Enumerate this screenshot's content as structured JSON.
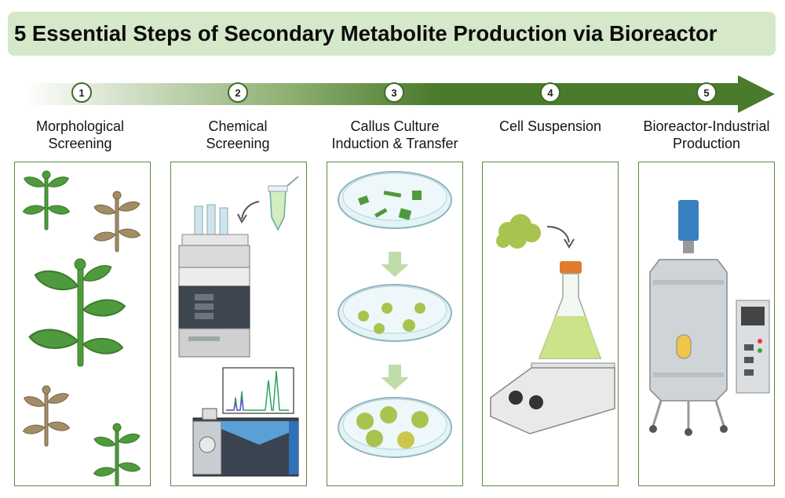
{
  "title": "5 Essential Steps of Secondary Metabolite Production via Bioreactor",
  "colors": {
    "title_bg": "#d5e8c9",
    "arrow": "#4a7a2c",
    "panel_border": "#5a8a44",
    "plant_green": "#4f9a3c",
    "plant_brown": "#a38c66",
    "callus": "#a9c44e"
  },
  "steps": [
    {
      "number": "1",
      "label": "Morphological\nScreening",
      "icons": [
        "plant-icon",
        "dried-plant-icon"
      ]
    },
    {
      "number": "2",
      "label": "Chemical\nScreening",
      "icons": [
        "hplc-instrument-icon",
        "microtube-icon",
        "chromatogram-icon",
        "mass-spectrometer-icon"
      ]
    },
    {
      "number": "3",
      "label": "Callus Culture\nInduction & Transfer",
      "icons": [
        "petri-dish-icon",
        "down-arrow-icon"
      ]
    },
    {
      "number": "4",
      "label": "Cell Suspension",
      "icons": [
        "callus-icon",
        "erlenmeyer-flask-icon",
        "stirrer-plate-icon"
      ]
    },
    {
      "number": "5",
      "label": "Bioreactor-Industrial\nProduction",
      "icons": [
        "bioreactor-icon",
        "control-panel-icon"
      ]
    }
  ]
}
